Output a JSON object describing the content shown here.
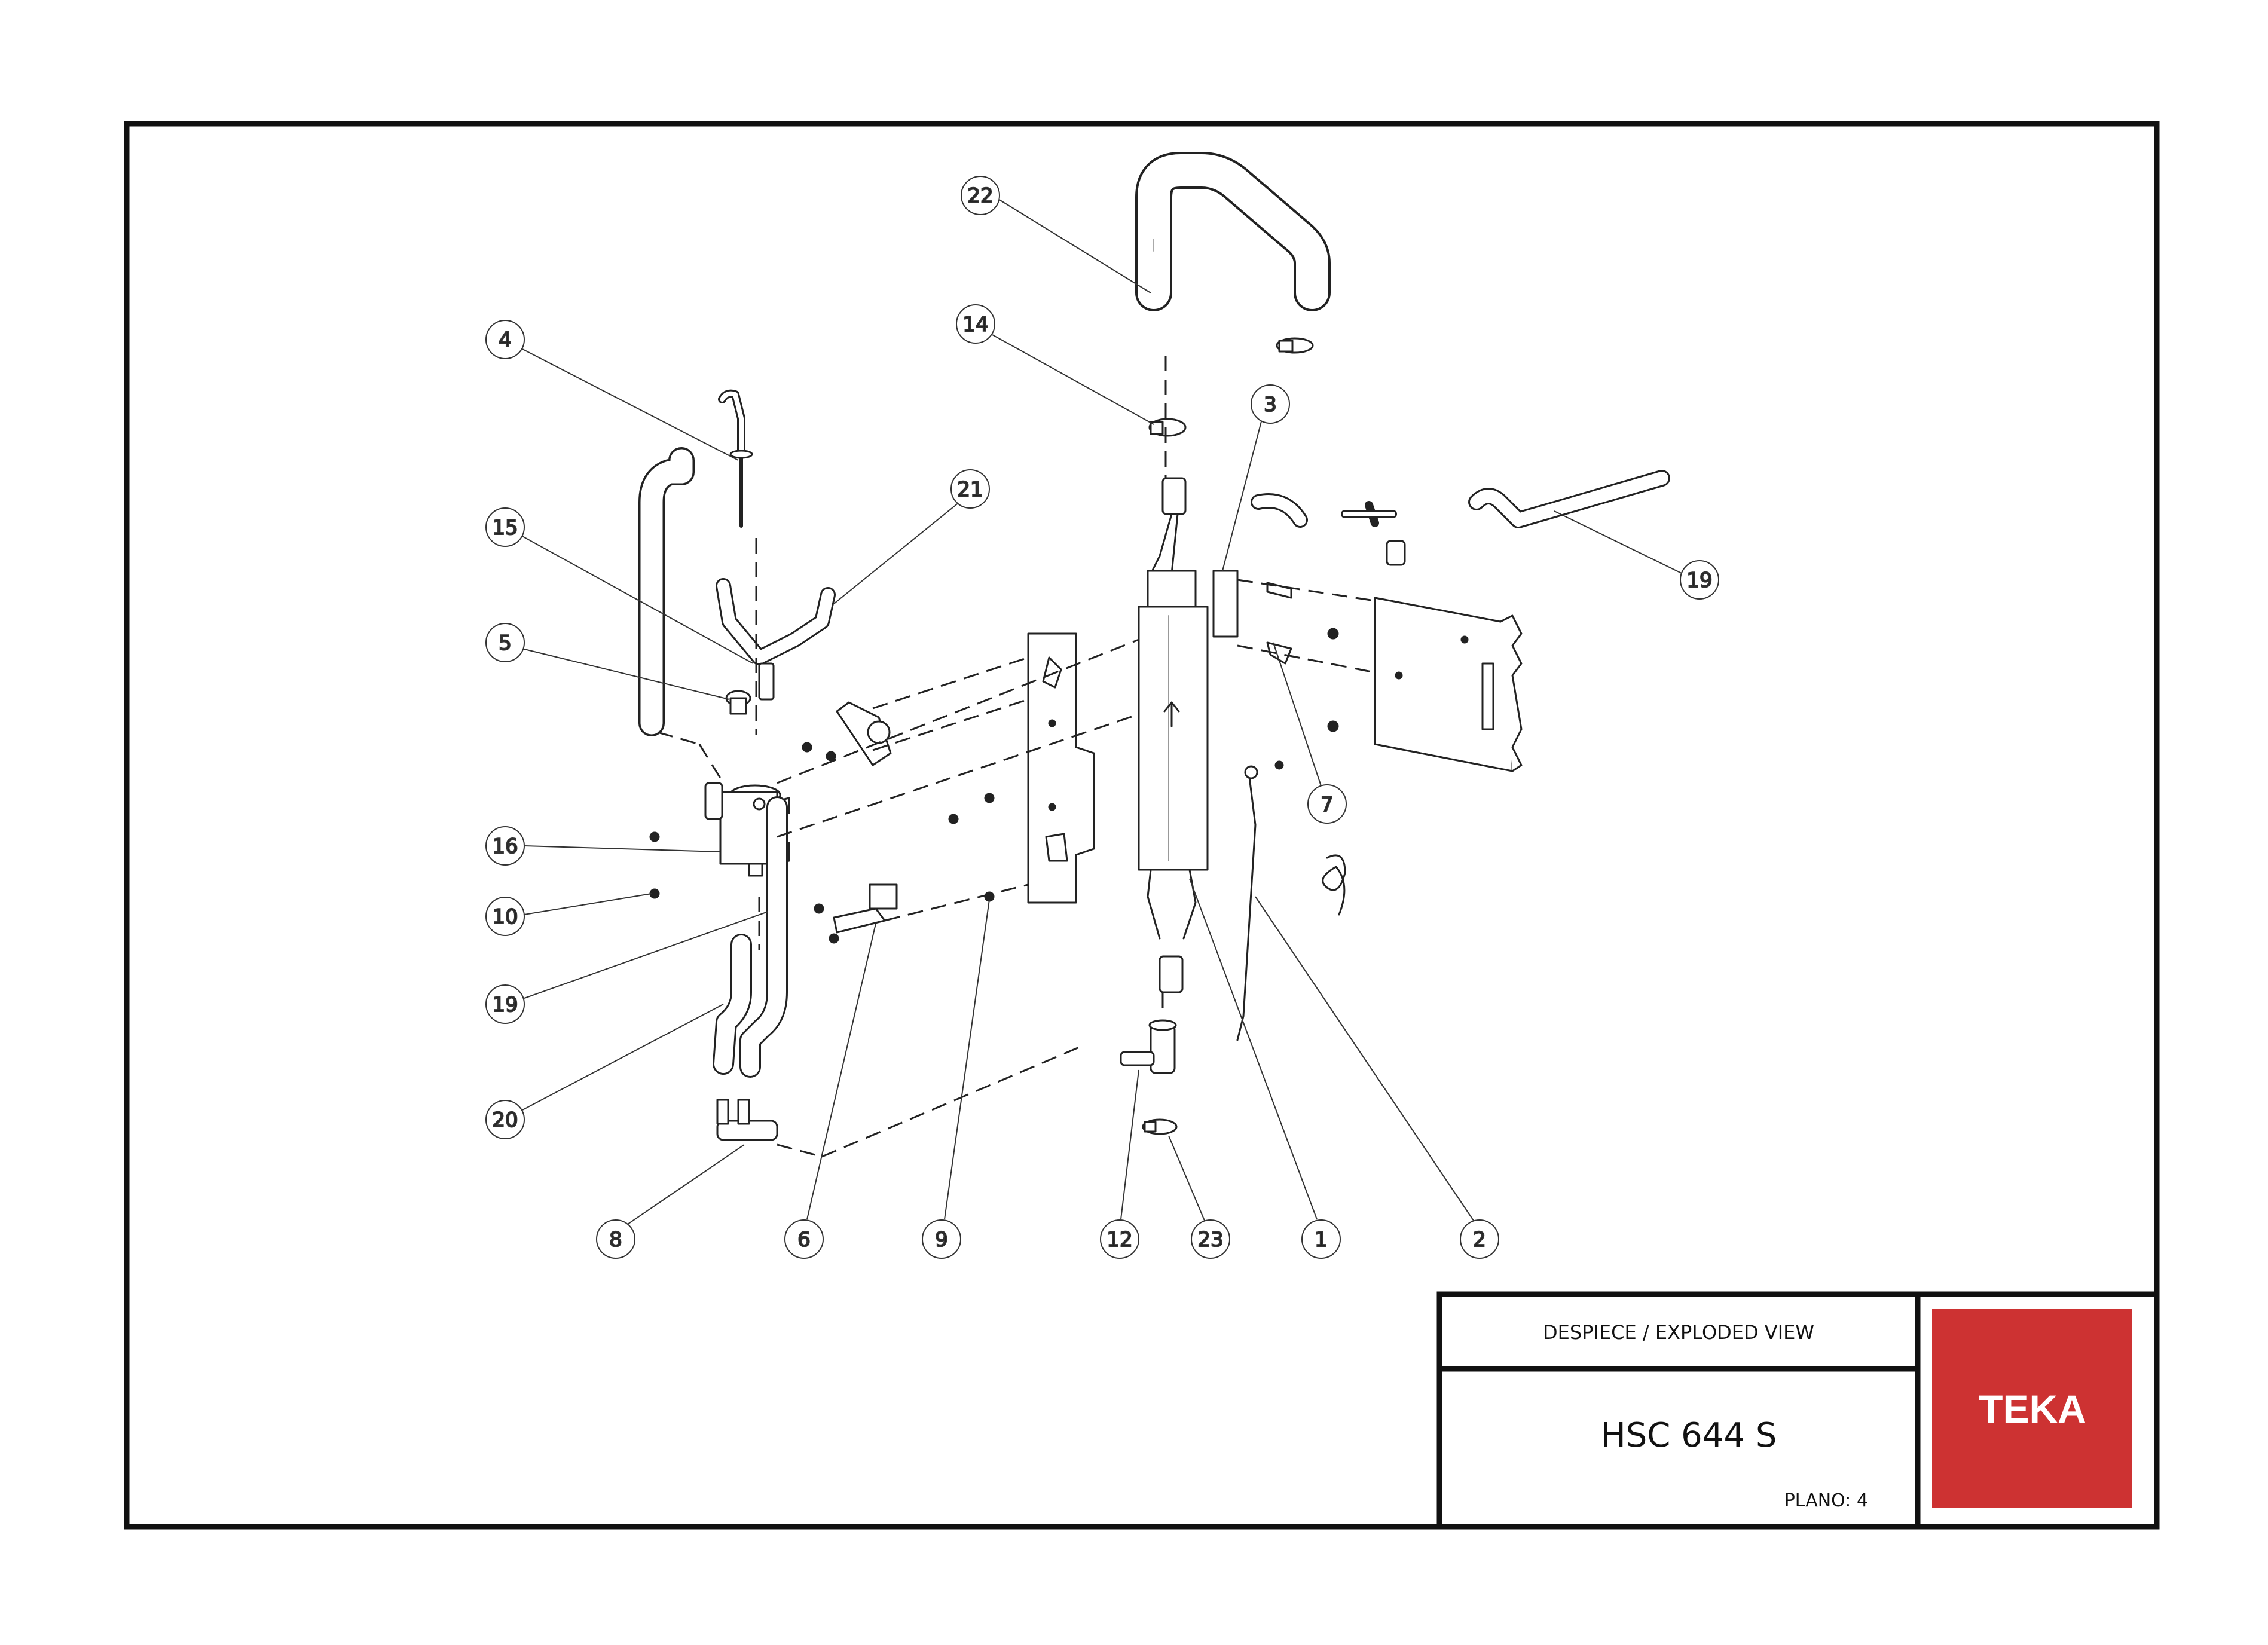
{
  "drawing": {
    "parts": [
      {
        "no": "22"
      },
      {
        "no": "14"
      },
      {
        "no": "4"
      },
      {
        "no": "3"
      },
      {
        "no": "21"
      },
      {
        "no": "15"
      },
      {
        "no": "19"
      },
      {
        "no": "5"
      },
      {
        "no": "7"
      },
      {
        "no": "16"
      },
      {
        "no": "10"
      },
      {
        "no": "19"
      },
      {
        "no": "20"
      },
      {
        "no": "8"
      },
      {
        "no": "6"
      },
      {
        "no": "9"
      },
      {
        "no": "12"
      },
      {
        "no": "23"
      },
      {
        "no": "1"
      },
      {
        "no": "2"
      }
    ]
  },
  "title_block": {
    "view_label": "DESPIECE / EXPLODED VIEW",
    "model": "HSC 644 S",
    "sheet": "PLANO: 4"
  },
  "brand": {
    "name": "TEKA",
    "color": "#cd3232"
  }
}
